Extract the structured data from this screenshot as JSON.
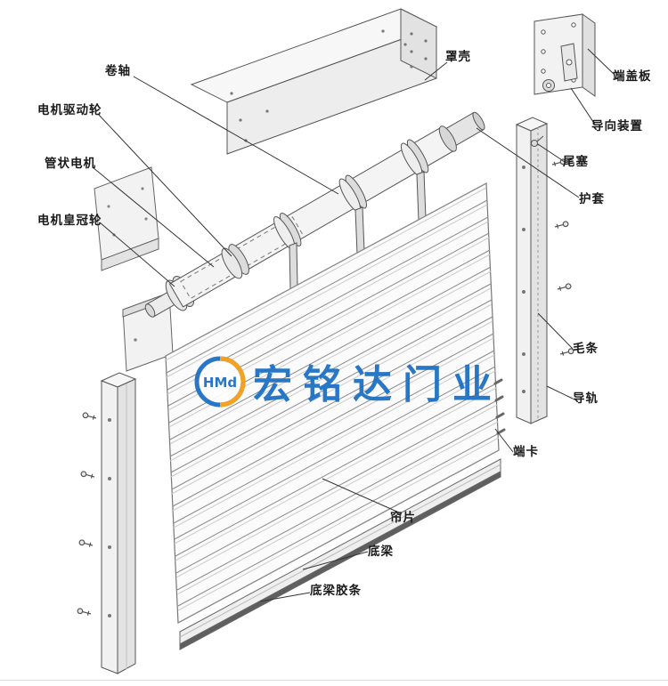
{
  "watermark": {
    "logo": "HMd",
    "brand": "宏铭达门业"
  },
  "colors": {
    "brand_blue": "#1a6fc4",
    "brand_orange": "#f39c12",
    "line_gray": "#555555"
  },
  "labels": {
    "roller_shaft": "卷轴",
    "cover_shell": "罩壳",
    "end_cover_plate": "端盖板",
    "guide_device": "导向装置",
    "tail_plug": "尾塞",
    "protective_sleeve": "护套",
    "motor_drive_wheel": "电机驱动轮",
    "tubular_motor": "管状电机",
    "motor_crown_wheel": "电机皇冠轮",
    "brush_strip": "毛条",
    "guide_rail": "导轨",
    "end_clip": "端卡",
    "curtain_slat": "帘片",
    "bottom_beam": "底梁",
    "bottom_beam_rubber_strip": "底梁胶条"
  }
}
